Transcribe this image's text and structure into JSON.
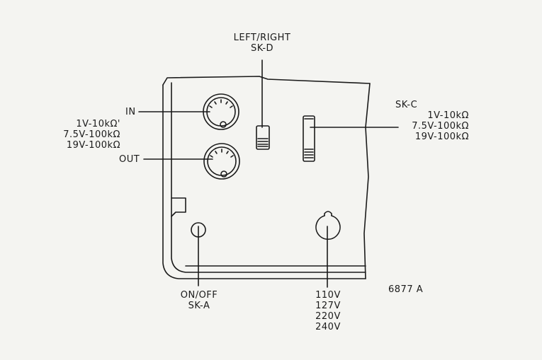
{
  "labels": {
    "left_right": "LEFT/RIGHT",
    "sk_d": "SK-D",
    "in": "IN",
    "out": "OUT",
    "in_ranges": [
      "1V-10kΩ'",
      "7.5V-100kΩ",
      "19V-100kΩ"
    ],
    "sk_c": "SK-C",
    "sk_c_ranges": [
      "1V-10kΩ",
      "7.5V-100kΩ",
      "19V-100kΩ"
    ],
    "on_off": "ON/OFF",
    "sk_a": "SK-A",
    "voltages": [
      "110V",
      "127V",
      "220V",
      "240V"
    ],
    "figure_id": "6877 A"
  }
}
